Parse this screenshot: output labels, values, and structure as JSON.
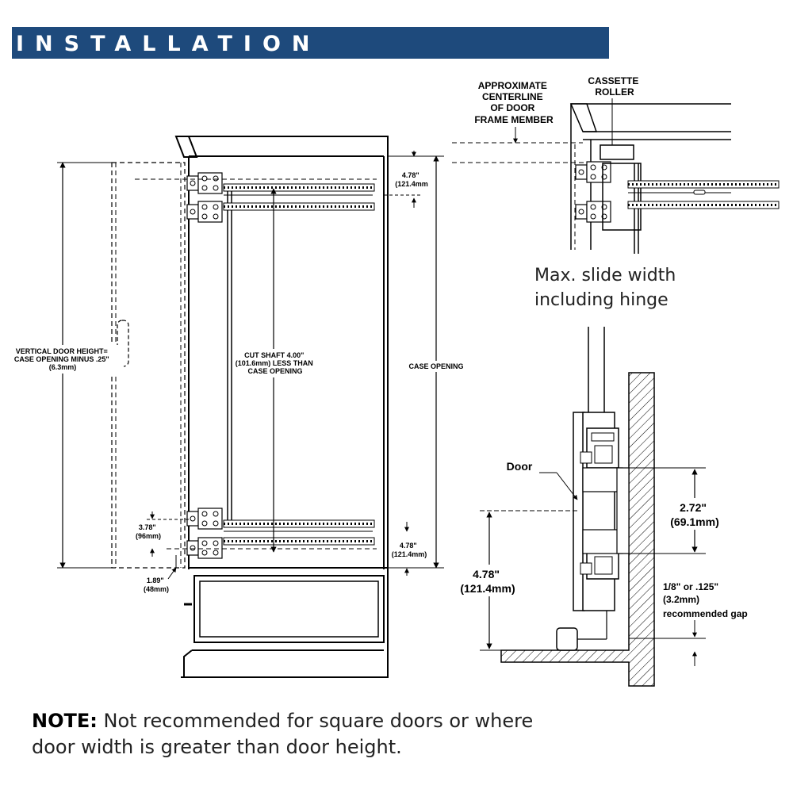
{
  "header": {
    "title": "INSTALLATION"
  },
  "main_elevation": {
    "vertical_door_height": [
      "VERTICAL DOOR HEIGHT=",
      "CASE OPENING MINUS .25\"",
      "(6.3mm)"
    ],
    "cut_shaft": [
      "CUT SHAFT 4.00\"",
      "(101.6mm) LESS THAN",
      "CASE OPENING"
    ],
    "case_opening": "CASE OPENING",
    "top_offset": [
      "4.78\"",
      "(121.4mm"
    ],
    "bottom_offset": [
      "4.78\"",
      "(121.4mm)"
    ],
    "hinge_spacing": [
      "3.78\"",
      "(96mm)"
    ],
    "hinge_edge": [
      "1.89\"",
      "(48mm)"
    ]
  },
  "detail_top": {
    "centerline": [
      "APPROXIMATE",
      "CENTERLINE",
      "OF DOOR",
      "FRAME MEMBER"
    ],
    "cassette": [
      "CASSETTE",
      "ROLLER"
    ],
    "caption": [
      "Max. slide width",
      "including hinge"
    ]
  },
  "detail_side": {
    "door_label": "Door",
    "hinge_spacing": [
      "2.72\"",
      "(69.1mm)"
    ],
    "bottom_offset": [
      "4.78\"",
      "(121.4mm)"
    ],
    "gap": [
      "1/8\" or .125\"",
      "(3.2mm)",
      "recommended gap"
    ]
  },
  "note": {
    "label": "NOTE:",
    "text": " Not recommended for square doors or where door width is greater than door height."
  },
  "colors": {
    "header_bg": "#1e4a7c",
    "header_text": "#ffffff",
    "line": "#000000"
  }
}
